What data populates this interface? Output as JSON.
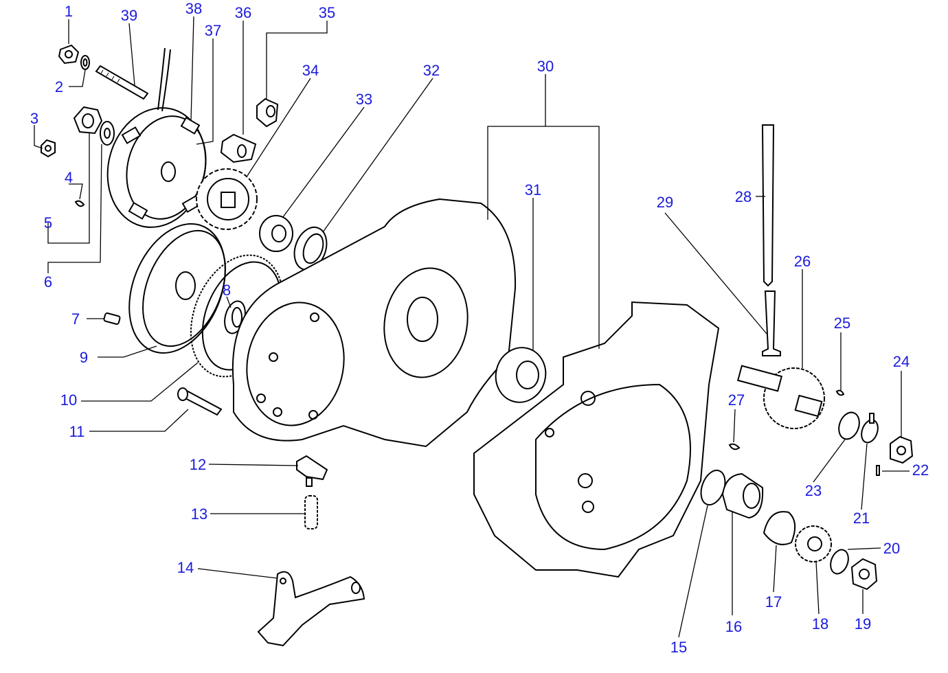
{
  "callouts": [
    {
      "id": "c1",
      "text": "1"
    },
    {
      "id": "c2",
      "text": "2"
    },
    {
      "id": "c3",
      "text": "3"
    },
    {
      "id": "c4",
      "text": "4"
    },
    {
      "id": "c5",
      "text": "5"
    },
    {
      "id": "c6",
      "text": "6"
    },
    {
      "id": "c7",
      "text": "7"
    },
    {
      "id": "c8",
      "text": "8"
    },
    {
      "id": "c9",
      "text": "9"
    },
    {
      "id": "c10",
      "text": "10"
    },
    {
      "id": "c11",
      "text": "11"
    },
    {
      "id": "c12",
      "text": "12"
    },
    {
      "id": "c13",
      "text": "13"
    },
    {
      "id": "c14",
      "text": "14"
    },
    {
      "id": "c15",
      "text": "15"
    },
    {
      "id": "c16",
      "text": "16"
    },
    {
      "id": "c17",
      "text": "17"
    },
    {
      "id": "c18",
      "text": "18"
    },
    {
      "id": "c19",
      "text": "19"
    },
    {
      "id": "c20",
      "text": "20"
    },
    {
      "id": "c21",
      "text": "21"
    },
    {
      "id": "c22",
      "text": "22"
    },
    {
      "id": "c23",
      "text": "23"
    },
    {
      "id": "c24",
      "text": "24"
    },
    {
      "id": "c25",
      "text": "25"
    },
    {
      "id": "c26",
      "text": "26"
    },
    {
      "id": "c27",
      "text": "27"
    },
    {
      "id": "c28",
      "text": "28"
    },
    {
      "id": "c29",
      "text": "29"
    },
    {
      "id": "c30",
      "text": "30"
    },
    {
      "id": "c31",
      "text": "31"
    },
    {
      "id": "c32",
      "text": "32"
    },
    {
      "id": "c33",
      "text": "33"
    },
    {
      "id": "c34",
      "text": "34"
    },
    {
      "id": "c35",
      "text": "35"
    },
    {
      "id": "c36",
      "text": "36"
    },
    {
      "id": "c37",
      "text": "37"
    },
    {
      "id": "c38",
      "text": "38"
    },
    {
      "id": "c39",
      "text": "39"
    }
  ],
  "colors": {
    "callout": "#1a1adb",
    "line": "#000000",
    "background": "#ffffff"
  }
}
